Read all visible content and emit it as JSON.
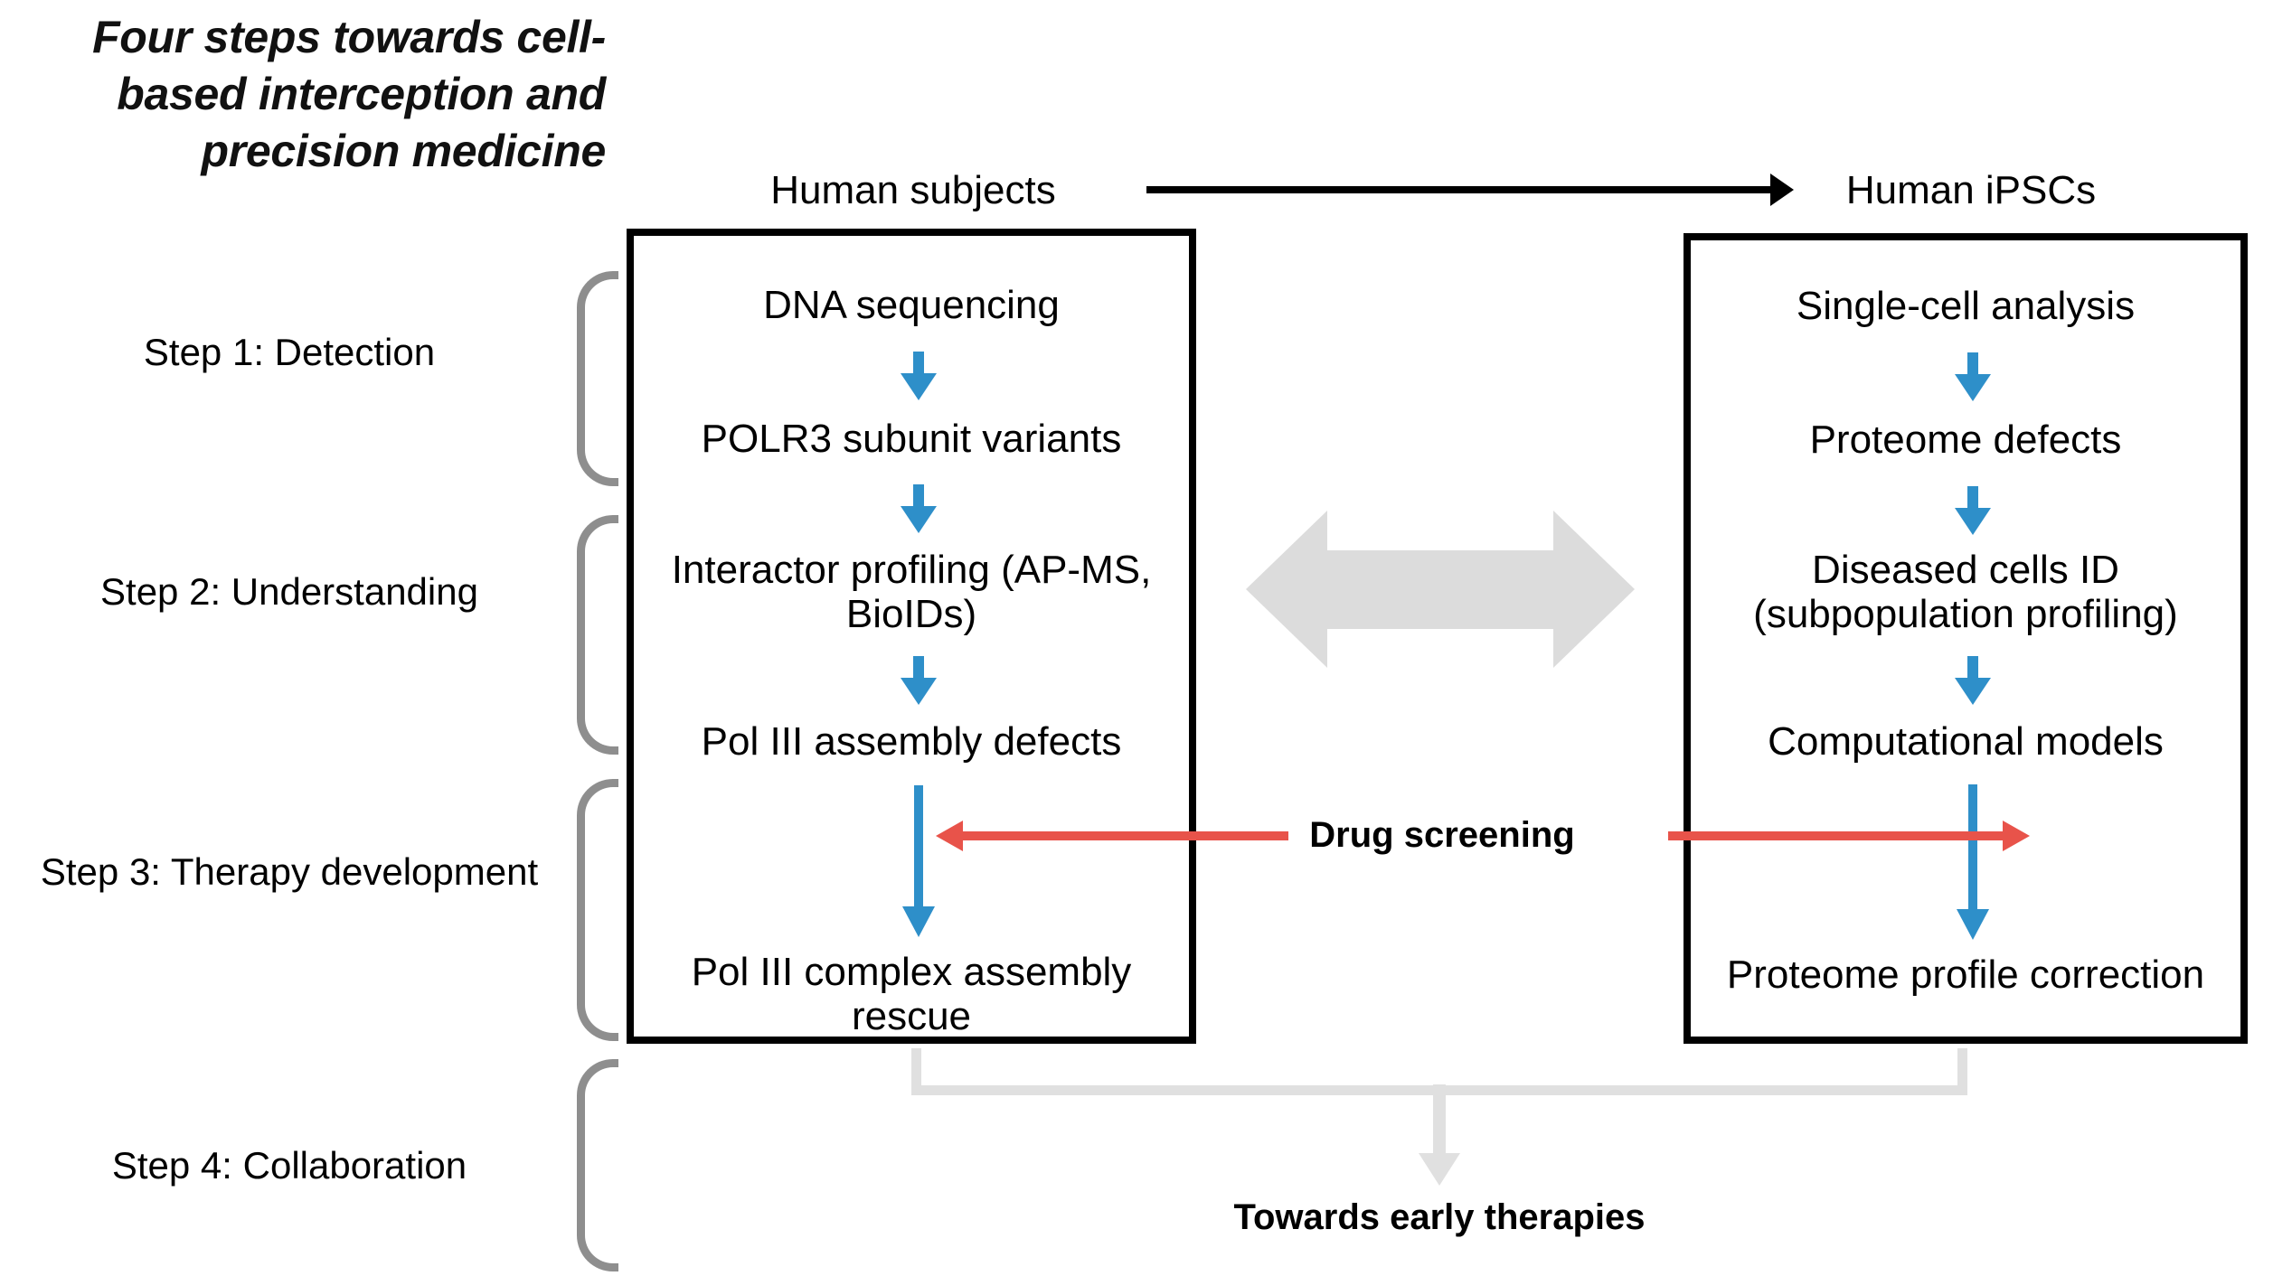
{
  "figure": {
    "title": "Four steps towards cell-based interception and precision medicine"
  },
  "steps": [
    {
      "label": "Step 1: Detection"
    },
    {
      "label": "Step 2: Understanding"
    },
    {
      "label": "Step 3: Therapy development"
    },
    {
      "label": "Step 4: Collaboration"
    }
  ],
  "columns": {
    "left": {
      "header": "Human subjects",
      "rows": [
        "DNA sequencing",
        "POLR3 subunit variants",
        "Interactor profiling (AP-MS, BioIDs)",
        "Pol III assembly defects",
        "Pol III complex assembly rescue"
      ]
    },
    "right": {
      "header": "Human iPSCs",
      "rows": [
        "Single-cell analysis",
        "Proteome defects",
        "Diseased cells ID (subpopulation profiling)",
        "Computational models",
        "Proteome profile correction"
      ]
    }
  },
  "center": {
    "drug_screening_label": "Drug screening",
    "exchange_arrow": "grey-double-headed-arrow"
  },
  "outcome": {
    "label": "Towards early therapies"
  },
  "colors": {
    "blue_arrow": "#2E8FC9",
    "red_arrow": "#E8534A",
    "grey_arrow": "#DCDCDC",
    "grey_bracket": "#8E8E8E",
    "panel_border": "#000000",
    "bottom_join": "#E0E0E0"
  }
}
